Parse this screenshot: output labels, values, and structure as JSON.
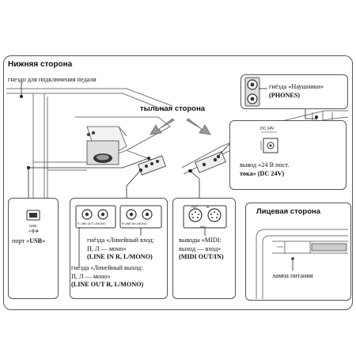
{
  "bottom_section": {
    "title": "Нижняя сторона",
    "back_side": "тыльная сторона",
    "pedal_jack": "гнездо для подключения педали",
    "headphones": [
      "гнёзда «Наушники»",
      "(PHONES)"
    ],
    "dc_out": [
      "вывод «24 В пост.",
      "тока» (DC 24V)"
    ],
    "dc_label": "DC 24V",
    "usb_port": [
      "порт «",
      "USB",
      "»"
    ],
    "line_in": [
      "гнёзда «Линейный вход:",
      "П, Л — моно»",
      "(LINE IN R, L/MONO)"
    ],
    "line_out": [
      "гнёзда «Линейный выход:",
      "П, Л — моно»",
      "(LINE OUT R, L/MONO)"
    ],
    "midi": [
      "выводы «MIDI:",
      "выход — вход»",
      "(MIDI OUT/IN)"
    ],
    "jack_small_labels": {
      "line_in_r": "R",
      "line_in_l": "L/MONO",
      "line_in": "LINE IN",
      "line_out_r": "R",
      "line_out_l": "L/MONO",
      "line_out": "LINE OUT",
      "midi_out": "OUT",
      "midi_in": "IN",
      "midi": "MIDI",
      "usb": "USB"
    }
  },
  "front_section": {
    "title": "Лицевая сторона",
    "power_lamp": "лампа питания"
  }
}
